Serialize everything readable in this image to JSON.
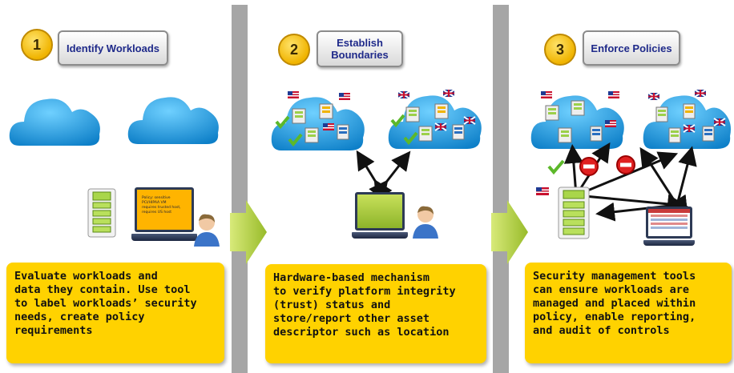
{
  "steps": [
    {
      "number": "1",
      "title": "Identify Workloads",
      "description": "Evaluate workloads and\ndata they contain.  Use tool\nto label workloads’ security\nneeds, create policy\nrequirements",
      "laptop_screen_text": "Policy: sensitive PCI/HIPAA VM\nrequires trusted host,\nrequires US host"
    },
    {
      "number": "2",
      "title": "Establish Boundaries",
      "description": "Hardware-based mechanism\nto verify platform integrity\n(trust) status and\nstore/report other asset\ndescriptor  such as location"
    },
    {
      "number": "3",
      "title": "Enforce Policies",
      "description": "Security management tools\ncan ensure workloads are\nmanaged and placed within\npolicy, enable reporting,\nand audit of controls"
    }
  ],
  "icons": {
    "cloud": "cloud-icon",
    "server": "server-icon",
    "laptop": "laptop-icon",
    "user": "user-icon",
    "us_flag": "us-flag-icon",
    "uk_flag": "uk-flag-icon",
    "check": "checkmark-icon",
    "block": "block-icon",
    "arrow": "flow-arrow-icon"
  },
  "colors": {
    "cloud_blue": "#1e9ee0",
    "step_yellow": "#f0b400",
    "desc_yellow": "#ffd200",
    "title_text": "#1f2a8a",
    "divider_gray": "#a6a6a6",
    "arrow_green": "#a8c83a",
    "block_red": "#e02020"
  }
}
